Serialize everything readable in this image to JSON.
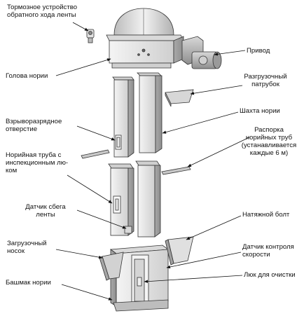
{
  "labels": {
    "brake": "Тормозное устройство\nобратного хода ленты",
    "drive": "Привод",
    "head": "Голова нории",
    "discharge": "Разгрузочный\nпатрубок",
    "shaft": "Шахта нории",
    "vent": "Взрыворазрядное\nотверстие",
    "spacer": "Распорка\nнорийных труб\n(устанавливается\nкаждые 6 м)",
    "pipe": "Норийная труба с\nинспекционным лю-\nком",
    "belt_sensor": "Датчик сбега\nленты",
    "tension": "Натяжной болт",
    "loading": "Загрузочный\nносок",
    "speed_sensor": "Датчик контроля\nскорости",
    "boot": "Башмак нории",
    "hatch": "Люк для очистки"
  },
  "colors": {
    "steel_light": "#e4e4e4",
    "steel_mid": "#bdbdbd",
    "steel_dark": "#8a8a8a",
    "outline": "#333333"
  }
}
